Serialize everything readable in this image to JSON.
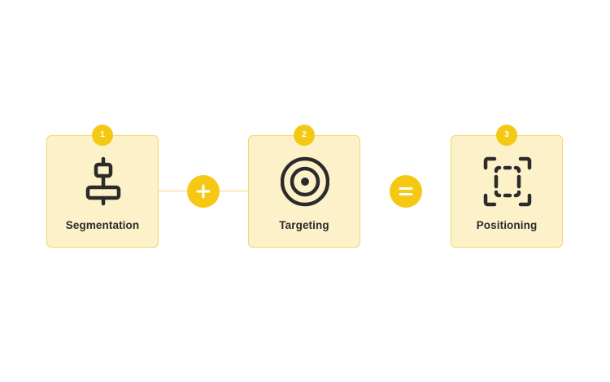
{
  "steps": [
    {
      "number": "1",
      "label": "Segmentation",
      "icon": "segmentation-align-icon"
    },
    {
      "number": "2",
      "label": "Targeting",
      "icon": "target-icon"
    },
    {
      "number": "3",
      "label": "Positioning",
      "icon": "dashed-square-icon"
    }
  ],
  "operators": {
    "plus": "plus-icon",
    "equals": "equals-icon"
  },
  "colors": {
    "accent": "#f5c814",
    "card_fill": "#fdf1c9",
    "card_border": "#f3d66a",
    "icon": "#2b2b2b"
  }
}
